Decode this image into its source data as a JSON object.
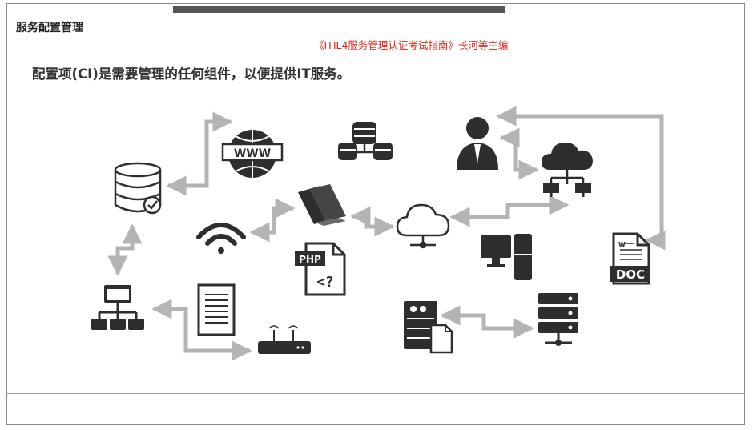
{
  "header": {
    "title": "服务配置管理",
    "book_reference": "《ITIL4服务管理认证考试指南》长河等主编"
  },
  "main": {
    "statement": "配置项(CI)是需要管理的任何组件，以便提供IT服务。"
  },
  "diagram": {
    "nodes": [
      {
        "id": "database-check",
        "icon": "database-check-icon"
      },
      {
        "id": "www-globe",
        "icon": "www-globe-icon",
        "label": "WWW"
      },
      {
        "id": "database-cluster",
        "icon": "database-cluster-icon"
      },
      {
        "id": "user",
        "icon": "user-icon"
      },
      {
        "id": "cloud-network",
        "icon": "cloud-network-icon"
      },
      {
        "id": "wifi",
        "icon": "wifi-icon"
      },
      {
        "id": "books",
        "icon": "books-icon"
      },
      {
        "id": "cloud-node",
        "icon": "cloud-node-icon"
      },
      {
        "id": "php-file",
        "icon": "php-file-icon",
        "label": "PHP",
        "code": "<?"
      },
      {
        "id": "desktop-tower",
        "icon": "desktop-tower-icon"
      },
      {
        "id": "doc-file",
        "icon": "doc-file-icon",
        "label": "DOC",
        "corner": "W"
      },
      {
        "id": "sitemap",
        "icon": "sitemap-icon"
      },
      {
        "id": "document",
        "icon": "document-icon"
      },
      {
        "id": "router",
        "icon": "router-icon"
      },
      {
        "id": "server-file",
        "icon": "server-file-icon"
      },
      {
        "id": "server-rack",
        "icon": "server-rack-icon"
      }
    ],
    "connector_color": "#b4b4b4",
    "icon_color": "#2e2e2e"
  }
}
